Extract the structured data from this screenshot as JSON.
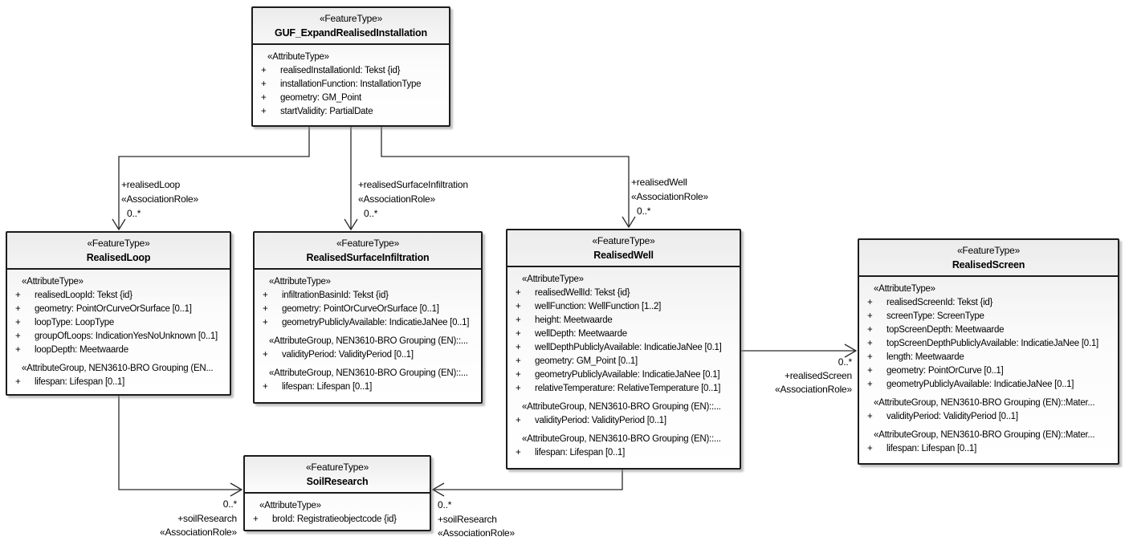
{
  "colors": {
    "box_border": "#1c1c1c",
    "box_fill_top": "#ececec",
    "box_fill_bottom": "#ffffff",
    "connector_line": "#2a2a2a",
    "text": "#000000"
  },
  "classes": [
    {
      "key": "guf-expand-realised-installation",
      "stereotype": "«FeatureType»",
      "name": "GUF_ExpandRealisedInstallation",
      "rows": [
        {
          "kind": "stereotype",
          "text": "«AttributeType»"
        },
        {
          "kind": "attribute",
          "visibility": "+",
          "text": "realisedInstallationId: Tekst {id}"
        },
        {
          "kind": "attribute",
          "visibility": "+",
          "text": "installationFunction: InstallationType"
        },
        {
          "kind": "attribute",
          "visibility": "+",
          "text": "geometry: GM_Point"
        },
        {
          "kind": "attribute",
          "visibility": "+",
          "text": "startValidity: PartialDate"
        }
      ]
    },
    {
      "key": "realised-loop",
      "stereotype": "«FeatureType»",
      "name": "RealisedLoop",
      "rows": [
        {
          "kind": "stereotype",
          "text": "«AttributeType»"
        },
        {
          "kind": "attribute",
          "visibility": "+",
          "text": "realisedLoopId: Tekst {id}"
        },
        {
          "kind": "attribute",
          "visibility": "+",
          "text": "geometry: PointOrCurveOrSurface [0..1]"
        },
        {
          "kind": "attribute",
          "visibility": "+",
          "text": "loopType: LoopType"
        },
        {
          "kind": "attribute",
          "visibility": "+",
          "text": "groupOfLoops: IndicationYesNoUnknown [0..1]"
        },
        {
          "kind": "attribute",
          "visibility": "+",
          "text": "loopDepth: Meetwaarde"
        },
        {
          "kind": "stereotype",
          "text": "«AttributeGroup, NEN3610-BRO Grouping (EN..."
        },
        {
          "kind": "attribute",
          "visibility": "+",
          "text": "lifespan: Lifespan [0..1]"
        }
      ]
    },
    {
      "key": "realised-surface-infiltration",
      "stereotype": "«FeatureType»",
      "name": "RealisedSurfaceInfiltration",
      "rows": [
        {
          "kind": "stereotype",
          "text": "«AttributeType»"
        },
        {
          "kind": "attribute",
          "visibility": "+",
          "text": "infiltrationBasinId: Tekst {id}"
        },
        {
          "kind": "attribute",
          "visibility": "+",
          "text": "geometry: PointOrCurveOrSurface [0..1]"
        },
        {
          "kind": "attribute",
          "visibility": "+",
          "text": "geometryPubliclyAvailable: IndicatieJaNee [0..1]"
        },
        {
          "kind": "stereotype",
          "text": "«AttributeGroup, NEN3610-BRO Grouping (EN)::..."
        },
        {
          "kind": "attribute",
          "visibility": "+",
          "text": "validityPeriod: ValidityPeriod [0..1]"
        },
        {
          "kind": "stereotype",
          "text": "«AttributeGroup, NEN3610-BRO Grouping (EN)::..."
        },
        {
          "kind": "attribute",
          "visibility": "+",
          "text": "lifespan: Lifespan [0..1]"
        }
      ]
    },
    {
      "key": "realised-well",
      "stereotype": "«FeatureType»",
      "name": "RealisedWell",
      "rows": [
        {
          "kind": "stereotype",
          "text": "«AttributeType»"
        },
        {
          "kind": "attribute",
          "visibility": "+",
          "text": "realisedWellId: Tekst {id}"
        },
        {
          "kind": "attribute",
          "visibility": "+",
          "text": "wellFunction: WellFunction [1..2]"
        },
        {
          "kind": "attribute",
          "visibility": "+",
          "text": "height: Meetwaarde"
        },
        {
          "kind": "attribute",
          "visibility": "+",
          "text": "wellDepth: Meetwaarde"
        },
        {
          "kind": "attribute",
          "visibility": "+",
          "text": "wellDepthPubliclyAvailable: IndicatieJaNee [0.1]"
        },
        {
          "kind": "attribute",
          "visibility": "+",
          "text": "geometry: GM_Point [0..1]"
        },
        {
          "kind": "attribute",
          "visibility": "+",
          "text": "geometryPubliclyAvailable: IndicatieJaNee [0.1]"
        },
        {
          "kind": "attribute",
          "visibility": "+",
          "text": "relativeTemperature: RelativeTemperature [0..1]"
        },
        {
          "kind": "stereotype",
          "text": "«AttributeGroup, NEN3610-BRO Grouping (EN)::..."
        },
        {
          "kind": "attribute",
          "visibility": "+",
          "text": "validityPeriod: ValidityPeriod [0..1]"
        },
        {
          "kind": "stereotype",
          "text": "«AttributeGroup, NEN3610-BRO Grouping (EN)::..."
        },
        {
          "kind": "attribute",
          "visibility": "+",
          "text": "lifespan: Lifespan [0..1]"
        }
      ]
    },
    {
      "key": "realised-screen",
      "stereotype": "«FeatureType»",
      "name": "RealisedScreen",
      "rows": [
        {
          "kind": "stereotype",
          "text": "«AttributeType»"
        },
        {
          "kind": "attribute",
          "visibility": "+",
          "text": "realisedScreenId: Tekst {id}"
        },
        {
          "kind": "attribute",
          "visibility": "+",
          "text": "screenType: ScreenType"
        },
        {
          "kind": "attribute",
          "visibility": "+",
          "text": "topScreenDepth: Meetwaarde"
        },
        {
          "kind": "attribute",
          "visibility": "+",
          "text": "topScreenDepthPubliclyAvailable: IndicatieJaNee [0.1]"
        },
        {
          "kind": "attribute",
          "visibility": "+",
          "text": "length: Meetwaarde"
        },
        {
          "kind": "attribute",
          "visibility": "+",
          "text": "geometry: PointOrCurve [0..1]"
        },
        {
          "kind": "attribute",
          "visibility": "+",
          "text": "geometryPubliclyAvailable: IndicatieJaNee [0..1]"
        },
        {
          "kind": "stereotype",
          "text": "«AttributeGroup, NEN3610-BRO Grouping (EN)::Mater..."
        },
        {
          "kind": "attribute",
          "visibility": "+",
          "text": "validityPeriod: ValidityPeriod [0..1]"
        },
        {
          "kind": "stereotype",
          "text": "«AttributeGroup, NEN3610-BRO Grouping (EN)::Mater..."
        },
        {
          "kind": "attribute",
          "visibility": "+",
          "text": "lifespan: Lifespan [0..1]"
        }
      ]
    },
    {
      "key": "soil-research",
      "stereotype": "«FeatureType»",
      "name": "SoilResearch",
      "rows": [
        {
          "kind": "stereotype",
          "text": "«AttributeType»"
        },
        {
          "kind": "attribute",
          "visibility": "+",
          "text": "broId: Registratieobjectcode {id}"
        }
      ]
    }
  ],
  "connectors": [
    {
      "key": "realised-loop",
      "role": "+realisedLoop",
      "stereotype": "«AssociationRole»",
      "multiplicity": "0..*"
    },
    {
      "key": "realised-surface-infiltration",
      "role": "+realisedSurfaceInfiltration",
      "stereotype": "«AssociationRole»",
      "multiplicity": "0..*"
    },
    {
      "key": "realised-well",
      "role": "+realisedWell",
      "stereotype": "«AssociationRole»",
      "multiplicity": "0..*"
    },
    {
      "key": "realised-screen",
      "role": "+realisedScreen",
      "stereotype": "«AssociationRole»",
      "multiplicity": "0..*"
    },
    {
      "key": "soil-research-from-loop",
      "role": "+soilResearch",
      "stereotype": "«AssociationRole»",
      "multiplicity": "0..*"
    },
    {
      "key": "soil-research-from-well",
      "role": "+soilResearch",
      "stereotype": "«AssociationRole»",
      "multiplicity": "0..*"
    }
  ]
}
